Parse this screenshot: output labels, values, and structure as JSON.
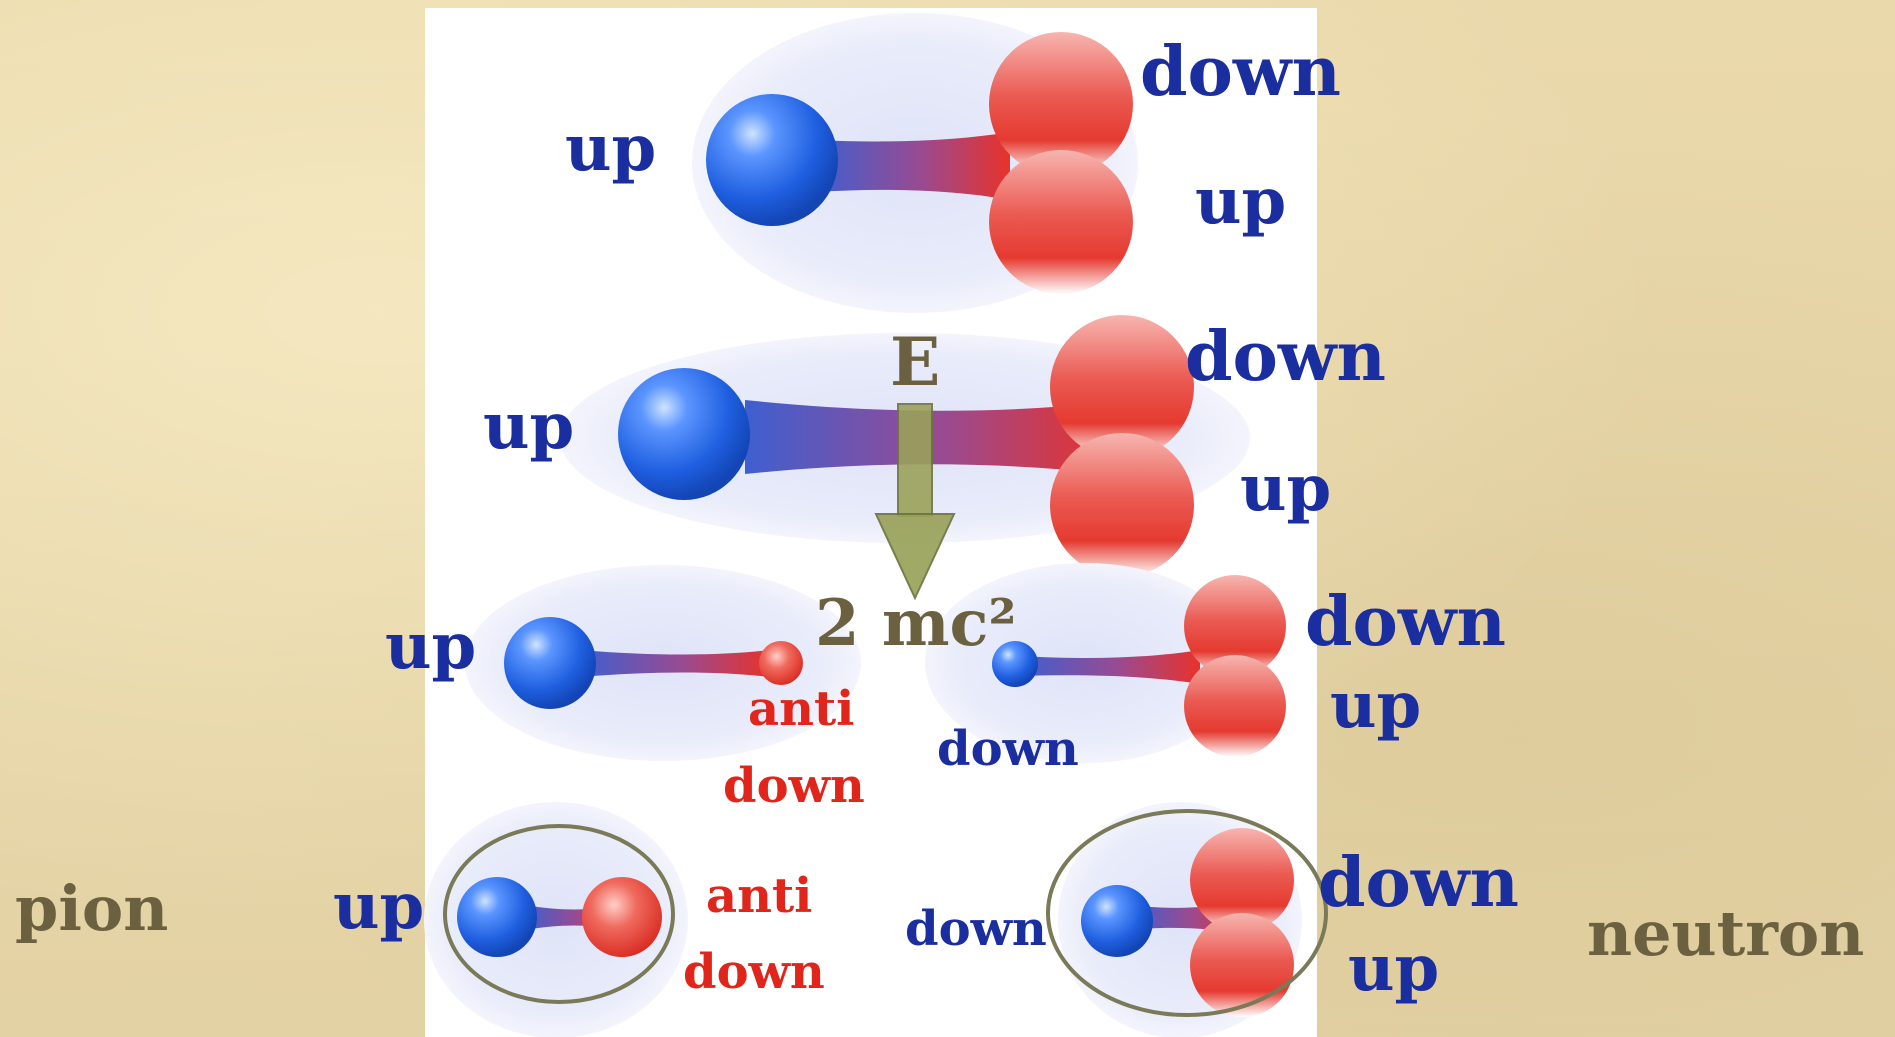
{
  "energy_label": "E",
  "mass_label": "2 mc²",
  "rows": {
    "row1": {
      "left": "up",
      "right_top": "down",
      "right_bottom": "up"
    },
    "row2": {
      "left": "up",
      "right_top": "down",
      "right_bottom": "up"
    },
    "row3": {
      "left": "up",
      "anti_top": "anti",
      "anti_bottom": "down",
      "middle": "down",
      "right_top": "down",
      "right_bottom": "up"
    },
    "row4": {
      "left": "up",
      "anti_top": "anti",
      "anti_bottom": "down",
      "middle": "down",
      "right_top": "down",
      "right_bottom": "up"
    }
  },
  "pion_label": "pion",
  "neutron_label": "neutron",
  "colors": {
    "quark_blue": "#1f5fe0",
    "quark_red": "#e0251b",
    "label_blue": "#1a2ea0",
    "label_red": "#e0251b",
    "label_olive": "#6b6140",
    "arrow_fill": "#9aa25a"
  }
}
